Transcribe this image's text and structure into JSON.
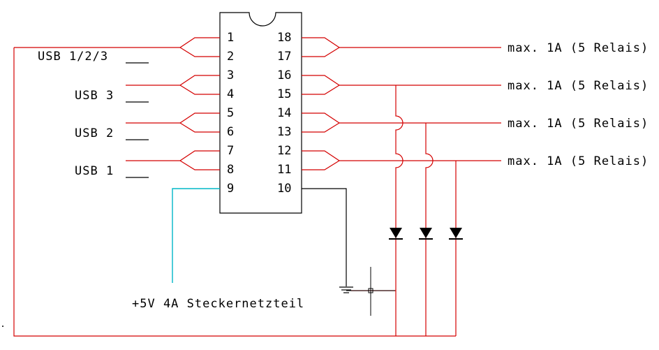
{
  "colors": {
    "wire": "#d40000",
    "supply_wire": "#00b7c7",
    "ic_outline": "#000000",
    "background": "#ffffff"
  },
  "ic": {
    "left_pins": [
      "1",
      "2",
      "3",
      "4",
      "5",
      "6",
      "7",
      "8",
      "9"
    ],
    "right_pins": [
      "18",
      "17",
      "16",
      "15",
      "14",
      "13",
      "12",
      "11",
      "10"
    ]
  },
  "inputs": [
    {
      "label": "USB 1/2/3"
    },
    {
      "label": "USB 3"
    },
    {
      "label": "USB 2"
    },
    {
      "label": "USB 1"
    }
  ],
  "outputs": [
    {
      "label": "max. 1A (5 Relais)"
    },
    {
      "label": "max. 1A (5 Relais)"
    },
    {
      "label": "max. 1A (5 Relais)"
    },
    {
      "label": "max. 1A (5 Relais)"
    }
  ],
  "supply": {
    "label": "+5V 4A Steckernetzteil"
  },
  "icons": [
    "diode-icon",
    "ground-icon",
    "crosshair-cursor-icon"
  ]
}
